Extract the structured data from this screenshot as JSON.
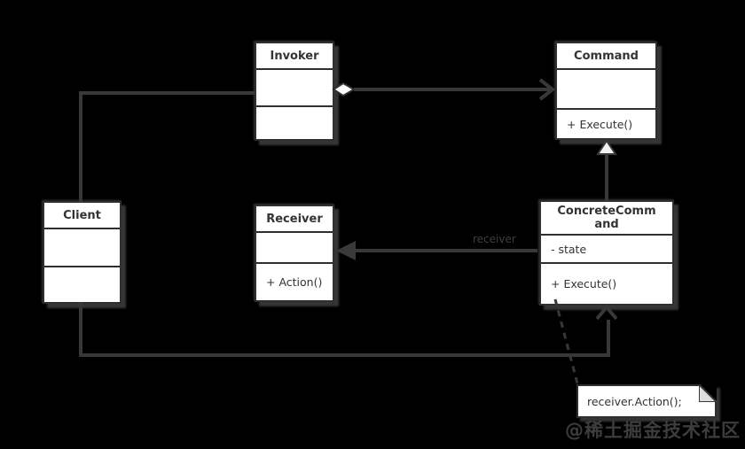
{
  "diagram": {
    "kind": "uml-class-diagram",
    "pattern": "Command"
  },
  "classes": {
    "invoker": {
      "name": "Invoker"
    },
    "command": {
      "name": "Command",
      "operation": "+ Execute()"
    },
    "client": {
      "name": "Client"
    },
    "receiver": {
      "name": "Receiver",
      "operation": "+ Action()"
    },
    "concrete_command": {
      "name": "ConcreteCommand",
      "attribute": "- state",
      "operation": "+ Execute()"
    }
  },
  "note": {
    "text": "receiver.Action();"
  },
  "labels": {
    "receiver_role": "receiver"
  },
  "watermark": {
    "text": "@稀土掘金技术社区"
  },
  "relationships": [
    {
      "from": "Client",
      "to": "Invoker",
      "type": "association"
    },
    {
      "from": "Invoker",
      "to": "Command",
      "type": "aggregation",
      "arrow": "open-arrow-with-hollow-diamond"
    },
    {
      "from": "ConcreteCommand",
      "to": "Command",
      "type": "generalization",
      "arrow": "hollow-triangle"
    },
    {
      "from": "ConcreteCommand",
      "to": "Receiver",
      "type": "association",
      "label": "receiver",
      "arrow": "solid-arrow"
    },
    {
      "from": "Client",
      "to": "ConcreteCommand",
      "type": "association",
      "arrow": "open-arrow"
    },
    {
      "from": "ConcreteCommand.Execute()",
      "to": "note",
      "type": "note-anchor",
      "line": "dashed"
    }
  ],
  "colors": {
    "background": "#000000",
    "box_fill": "#ffffff",
    "box_border": "#2f2f2f",
    "connector": "#383838",
    "text": "#333333",
    "muted_label": "#3f3f3f",
    "watermark": "#3d3d3d"
  }
}
